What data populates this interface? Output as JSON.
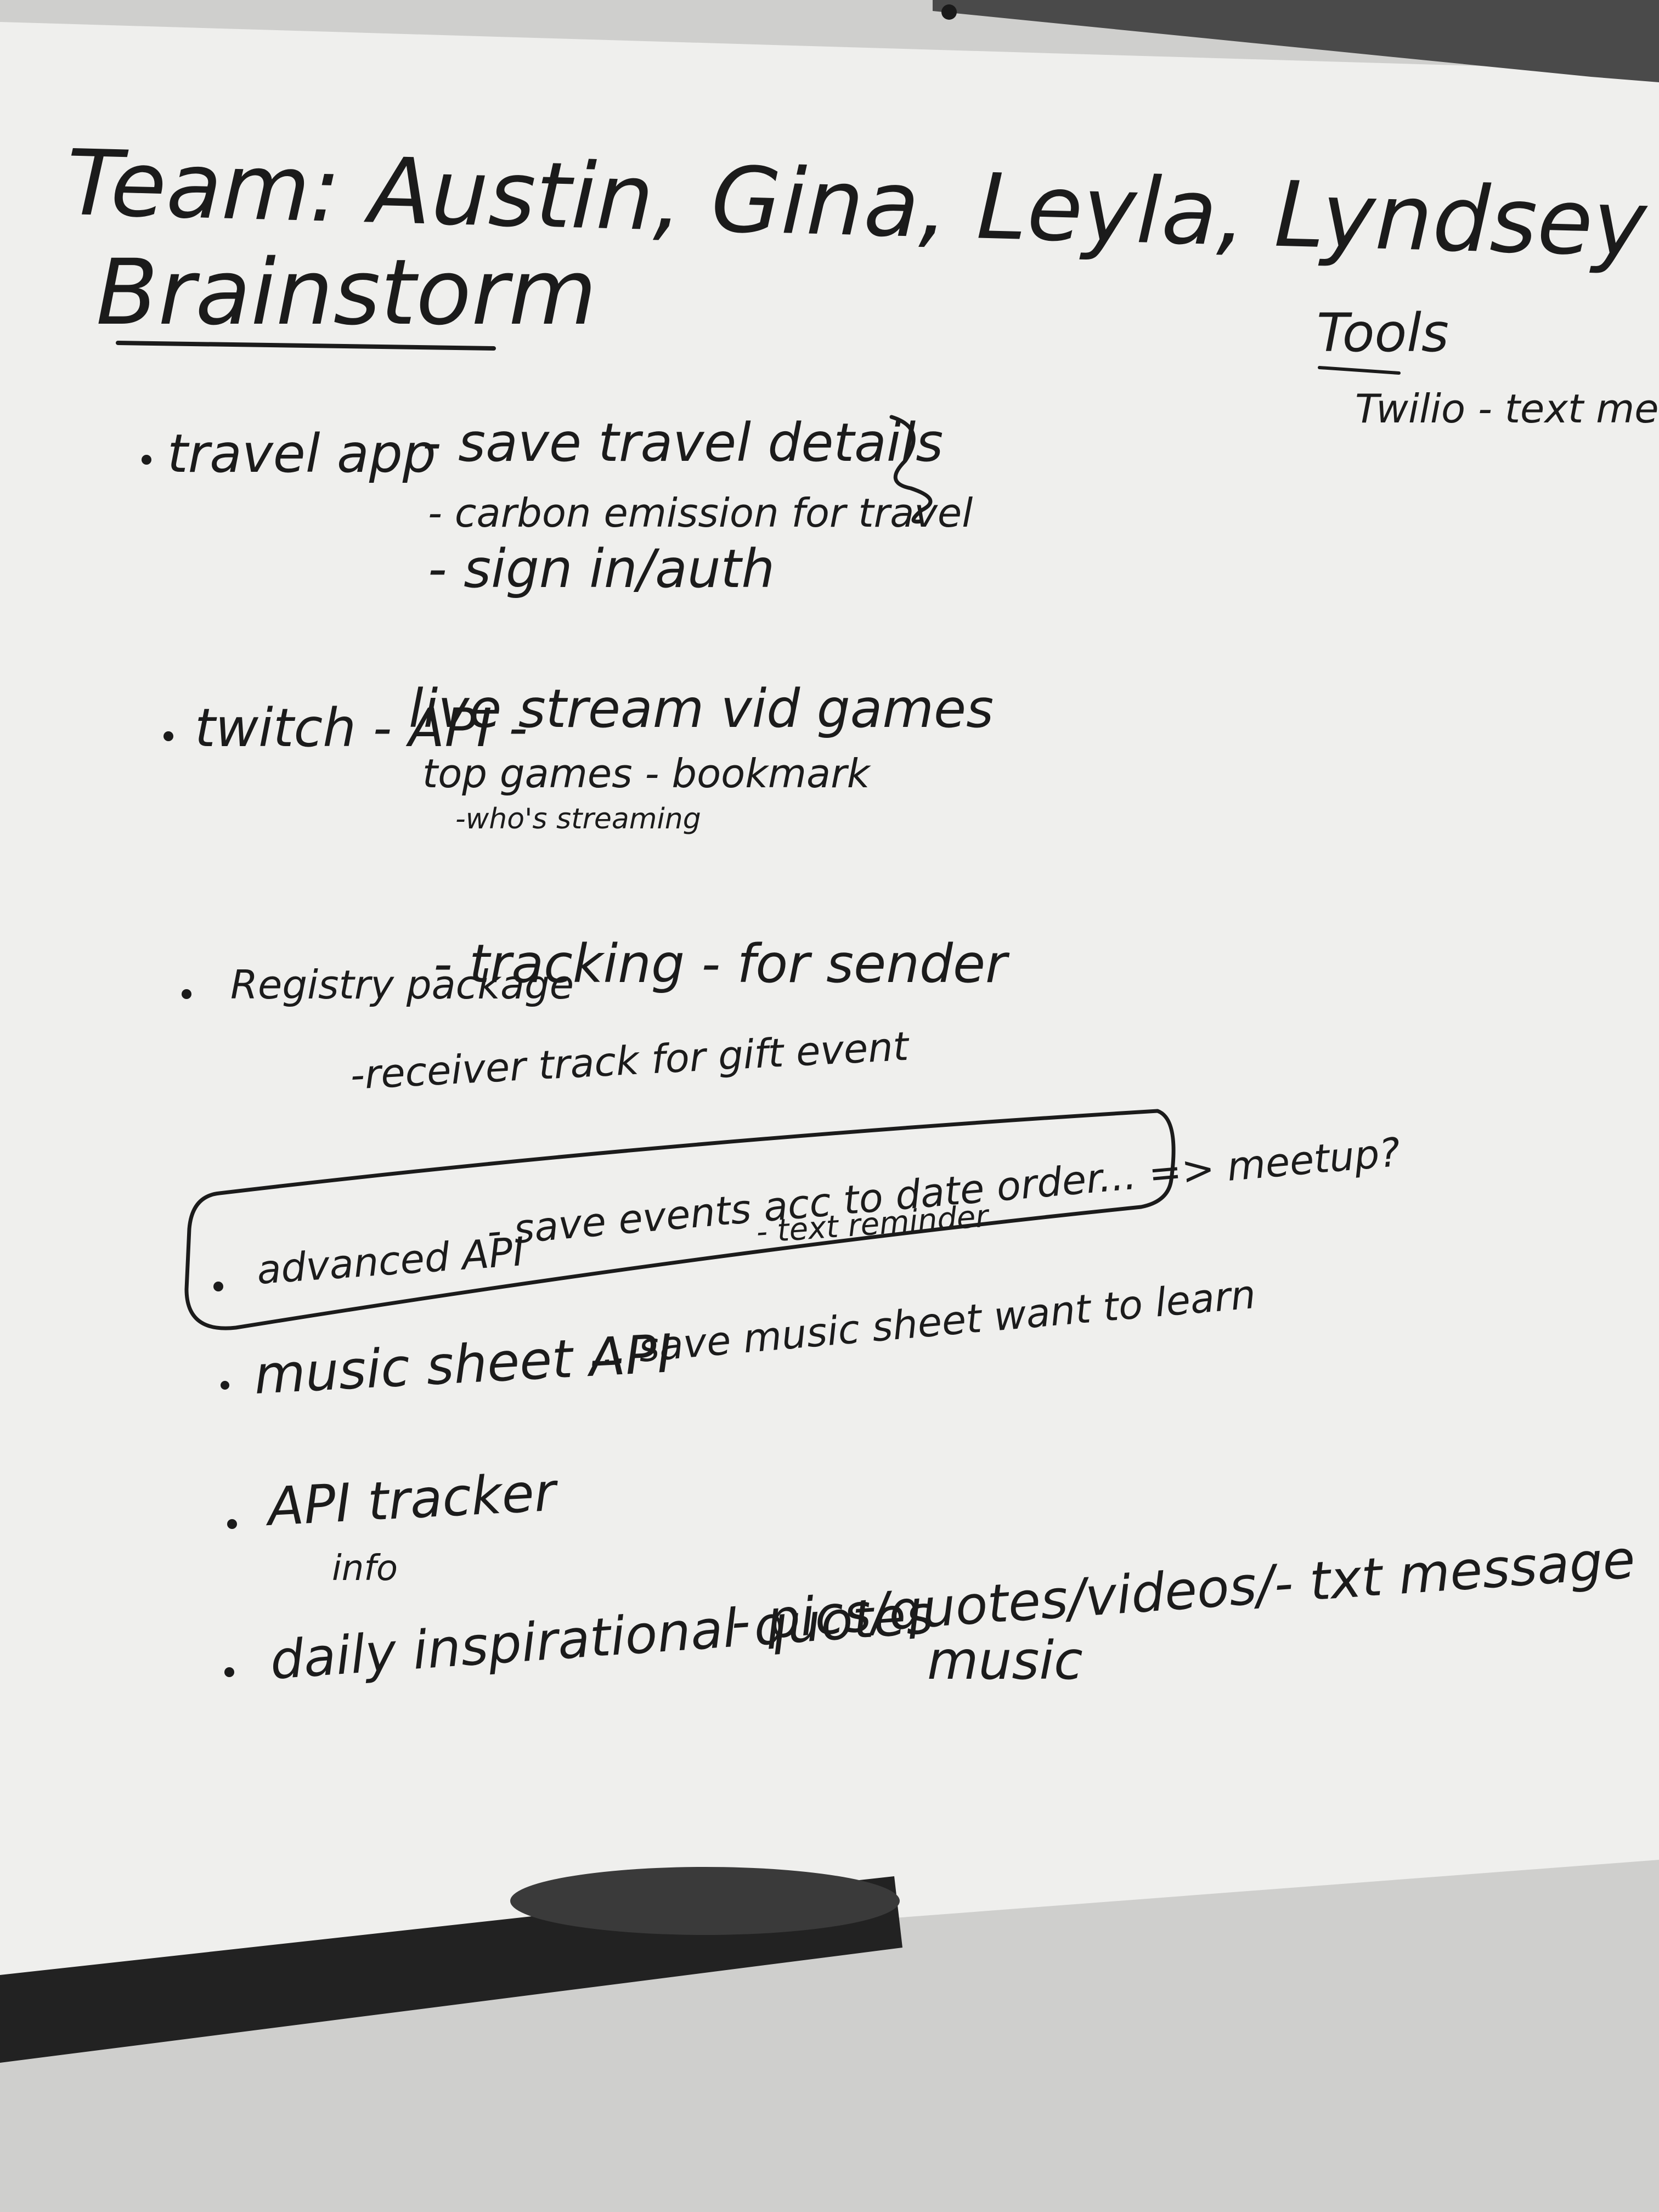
{
  "whiteboard": {
    "colors": {
      "board": "#efefed",
      "wall": "#cfcfcd",
      "frame": "#4a4a4a",
      "ink": "#1b1b1b",
      "tray": "#222222",
      "eraser": "#3a3a3a"
    },
    "heading": {
      "team": "Team: Austin, Gina, Leyla, Lyndsey",
      "title": "Brainstorm"
    },
    "tools": {
      "title": "Tools",
      "items": [
        "Twilio - text mess."
      ]
    },
    "ideas": [
      {
        "name": "travel app",
        "notes": [
          "- save travel details",
          "- carbon emission for travel",
          "- sign in/auth"
        ]
      },
      {
        "name": "twitch - API -",
        "notes": [
          "live stream vid games",
          "top games - bookmark",
          "-who's streaming"
        ]
      },
      {
        "name": "Registry package",
        "notes": [
          "- tracking - for sender",
          "-receiver track for gift event"
        ]
      },
      {
        "name": "advanced API",
        "notes": [
          "- save events acc to date order... => meetup?",
          "- text reminder"
        ]
      },
      {
        "name": "music sheet API",
        "notes": [
          "... save music sheet want to learn"
        ]
      },
      {
        "name": "API tracker",
        "notes": [
          "info"
        ]
      },
      {
        "name": "daily inspirational quotes",
        "notes": [
          "- pics/quotes/videos/- txt message",
          "music"
        ]
      }
    ]
  }
}
